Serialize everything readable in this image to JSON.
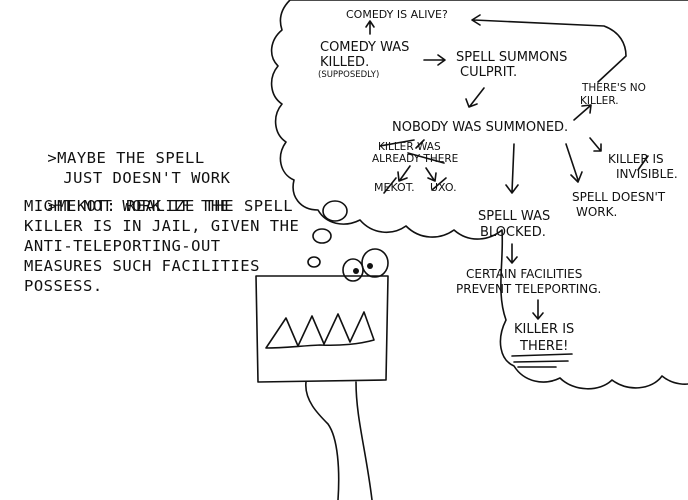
{
  "sidebar_notes": {
    "note1_marker": ">",
    "note1_lines": [
      "MAYBE THE SPELL",
      "JUST DOESN'T WORK"
    ],
    "note2_marker": ">",
    "note2_lines": [
      "MEKOT: REALIZE THE SPELL",
      "MIGHT NOT WORK IF THE",
      "KILLER IS IN JAIL, GIVEN THE",
      "ANTI-TELEPORTING-OUT",
      "MEASURES SUCH FACILITIES",
      "POSSESS."
    ]
  },
  "thought_bubble": {
    "comedy_alive": "COMEDY IS ALIVE?",
    "comedy_killed_1": "COMEDY WAS",
    "comedy_killed_2": "KILLED.",
    "supposedly": "(SUPPOSEDLY)",
    "spell_summons_1": "SPELL SUMMONS",
    "spell_summons_2": "CULPRIT.",
    "no_killer_1": "THERE'S NO",
    "no_killer_2": "KILLER.",
    "nobody_summoned": "NOBODY WAS SUMMONED.",
    "already_there_1": "KILLER WAS",
    "already_there_2": "ALREADY THERE",
    "mekot": "MEKOT.",
    "uxo": "UXO.",
    "invisible_1": "KILLER IS",
    "invisible_2": "INVISIBLE.",
    "spell_fails_1": "SPELL DOESN'T",
    "spell_fails_2": "WORK.",
    "blocked_1": "SPELL WAS",
    "blocked_2": "BLOCKED.",
    "facilities_1": "CERTAIN FACILITIES",
    "facilities_2": "PREVENT TELEPORTING.",
    "killer_there_1": "KILLER IS",
    "killer_there_2": "THERE!"
  },
  "character": {
    "mouth": "zigzag teeth",
    "eyes": "two round eyes"
  }
}
